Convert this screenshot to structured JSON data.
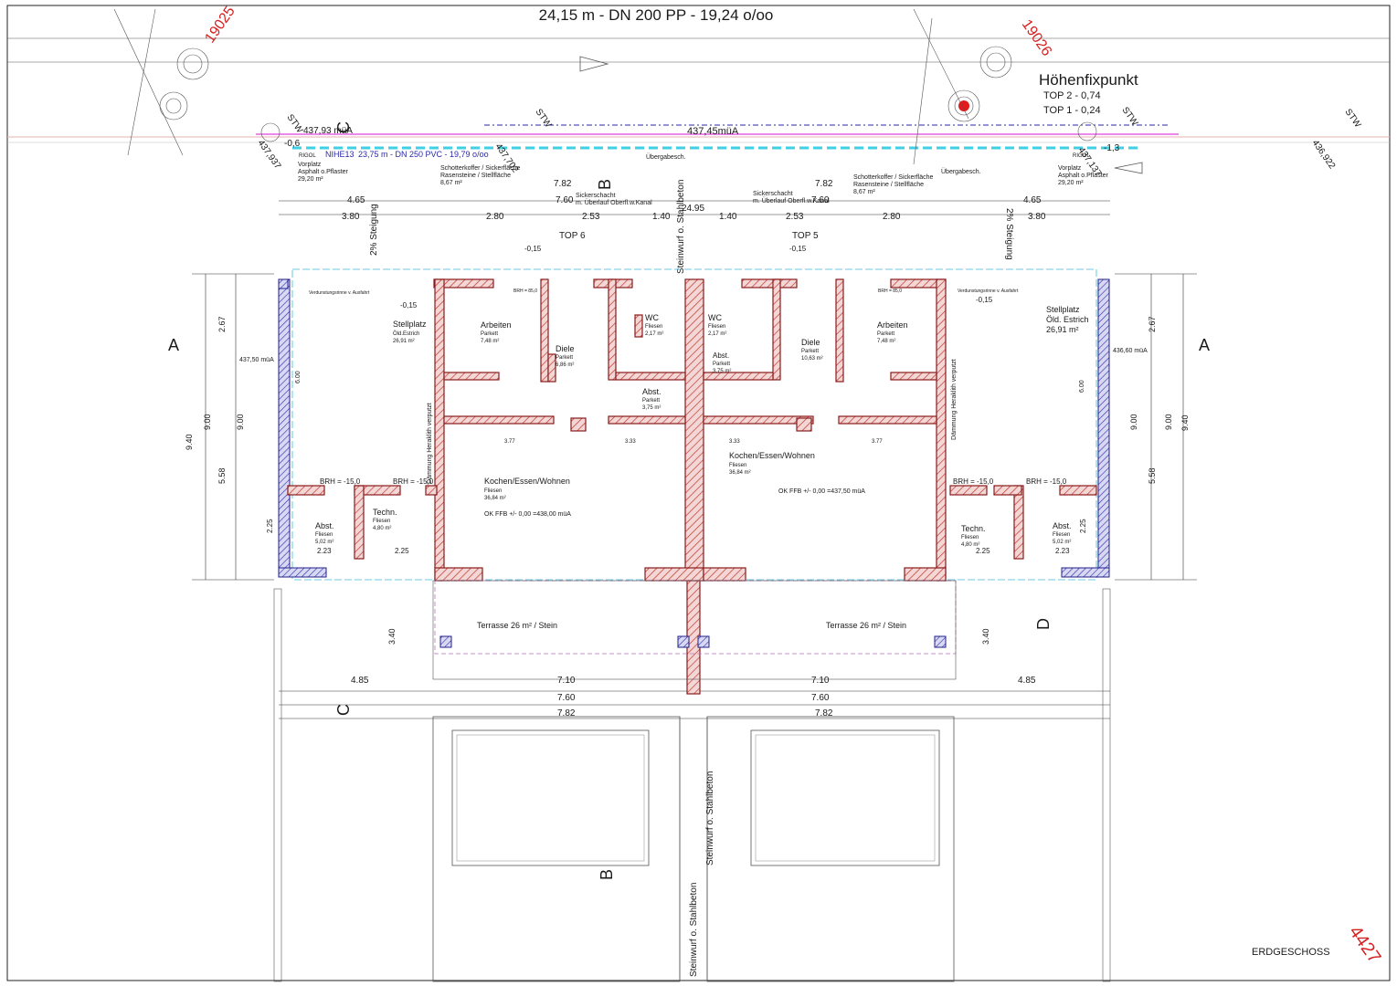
{
  "header": {
    "pipe_top": "24,15 m - DN 200 PP - 19,24 o/oo"
  },
  "markers": {
    "n19025": "19025",
    "n19026": "19026",
    "n4427": "4427"
  },
  "fixpoint": {
    "title": "Höhenfixpunkt",
    "top2": "TOP 2  - 0,74",
    "top1": "TOP 1  - 0,24"
  },
  "levels": {
    "l437_93": "437,93 müA",
    "l437_45": "437,45müA",
    "l437_50": "437,50 müA",
    "l436_60": "436,60 müA",
    "l437_702": "437,702",
    "l437_937": "437,937",
    "l436_922": "436,922",
    "l437_137": "437,137",
    "m015a": "-0,15",
    "m015b": "-0,15",
    "m015c": "-0,15",
    "m015d": "-0,15",
    "m06": "-0,6",
    "m13": "-1,3"
  },
  "labels": {
    "stw1": "STW",
    "stw2": "STW",
    "stw3": "STW",
    "stw4": "STW",
    "rigol_l": "RIGOL",
    "rigol_r": "RIGOL",
    "nihe": "NIHE13",
    "pipe_mid": "23,75 m - DN 250 PVC - 19,79 o/oo",
    "uebergabe_l": "Übergabesch.",
    "uebergabe_r": "Übergabesch.",
    "sicker_l": "Sickerschacht",
    "sicker_l2": "m. Überlauf Oberfl.w.Kanal",
    "sicker_r": "Sickerschacht",
    "sicker_r2": "m. Überlauf Oberfl.w.Kanal",
    "vorplatz_l": "Vorplatz",
    "vorplatz_l2": "Asphalt o.Pflaster",
    "vorplatz_l3": "29,20 m²",
    "vorplatz_r": "Vorplatz",
    "vorplatz_r2": "Asphalt o.Pflaster",
    "vorplatz_r3": "29,20 m²",
    "schotter_l": "Schotterkoffer / Sickerfläche",
    "schotter_l2": "Rasensteine / Stellfläche",
    "schotter_l3": "8,67 m²",
    "schotter_r": "Schotterkoffer / Sickerfläche",
    "schotter_r2": "Rasensteine / Stellfläche",
    "schotter_r3": "8,67 m²",
    "steigung_l": "2% Steigung",
    "steigung_r": "2% Steigung",
    "top6": "TOP 6",
    "top5": "TOP 5",
    "stein_top": "Steinwurf o. Stahlbeton",
    "stein_b1": "Steinwurf o. Stahlbeton",
    "stein_b2": "Steinwurf o. Stahlbeton",
    "daemm_l": "Dämmung Heraklith verputzt",
    "daemm_r": "Dämmung Heraklith verputzt",
    "verd_l": "Verdunstungsrinne v. Ausfahrt",
    "verd_r": "Verdunstungsrinne v. Ausfahrt",
    "ff_l": "OK FFB +/- 0,00 =438,00 müA",
    "ff_r": "OK FFB +/- 0,00 =437,50 müA",
    "brh_l1": "BRH = -15,0",
    "brh_l2": "BRH = -15,0",
    "brh_r1": "BRH = -15,0",
    "brh_r2": "BRH = -15,0",
    "brh85_l": "BRH = 85,0",
    "brh85_r": "BRH = 85,0",
    "sec_a_l": "A",
    "sec_a_r": "A",
    "sec_b_t": "B",
    "sec_b_b": "B",
    "sec_c_t": "C",
    "sec_c_b": "C",
    "sec_d": "D",
    "erdgeschoss": "ERDGESCHOSS"
  },
  "rooms": {
    "stell_l": "Stellplatz",
    "stell_l2": "Öld.Estrich",
    "stell_l3": "26,91 m²",
    "stell_r": "Stellplatz",
    "stell_r2": "Öld. Estrich",
    "stell_r3": "26,91 m²",
    "arb_l": "Arbeiten",
    "arb_l2": "Parkett",
    "arb_l3": "7,48 m²",
    "arb_r": "Arbeiten",
    "arb_r2": "Parkett",
    "arb_r3": "7,48 m²",
    "wc_l": "WC",
    "wc_l2": "Fliesen",
    "wc_l3": "2,17 m²",
    "wc_r": "WC",
    "wc_r2": "Fliesen",
    "wc_r3": "2,17 m²",
    "diele_l": "Diele",
    "diele_l2": "Parkett",
    "diele_l3": "6,86 m²",
    "diele_r": "Diele",
    "diele_r2": "Parkett",
    "diele_r3": "10,63 m²",
    "abst_l": "Abst.",
    "abst_l2": "Parkett",
    "abst_l3": "3,75 m²",
    "abst_r": "Abst.",
    "abst_r2": "Parkett",
    "abst_r3": "3,75 m²",
    "koch_l": "Kochen/Essen/Wohnen",
    "koch_l2": "Fliesen",
    "koch_l3": "36,84 m²",
    "koch_r": "Kochen/Essen/Wohnen",
    "koch_r2": "Fliesen",
    "koch_r3": "36,84 m²",
    "absf_l": "Abst.",
    "absf_l2": "Fliesen",
    "absf_l3": "5,02 m²",
    "absf_r": "Abst.",
    "absf_r2": "Fliesen",
    "absf_r3": "5,02 m²",
    "tech_l": "Techn.",
    "tech_l2": "Fliesen",
    "tech_l3": "4,80 m²",
    "tech_r": "Techn.",
    "tech_r2": "Fliesen",
    "tech_r3": "4,80 m²",
    "ter_l": "Terrasse 26 m² / Stein",
    "ter_r": "Terrasse 26 m² / Stein"
  },
  "dims": {
    "d465l": "4.65",
    "d465r": "4.65",
    "d380l": "3.80",
    "d380r": "3.80",
    "d280l": "2.80",
    "d280r": "2.80",
    "d253l": "2.53",
    "d253r": "2.53",
    "d140l": "1.40",
    "d140r": "1.40",
    "d782t": "7.82",
    "d782tr": "7.82",
    "d760t": "7.60",
    "d760tr": "7.60",
    "d2495": "24.95",
    "d485l": "4.85",
    "d485r": "4.85",
    "d710l": "7.10",
    "d710r": "7.10",
    "d760bl": "7.60",
    "d760br": "7.60",
    "d782bl": "7.82",
    "d782br": "7.82",
    "d940l": "9.40",
    "d900l": "9.00",
    "d900l2": "9.00",
    "d267l": "2.67",
    "d558l": "5.58",
    "d225l": "2.25",
    "d940r": "9.40",
    "d900r": "9.00",
    "d900r2": "9.00",
    "d267r": "2.67",
    "d558r": "5.58",
    "d225r": "2.25",
    "d340l": "3.40",
    "d340r": "3.40",
    "d600l": "6.00",
    "d600r": "6.00",
    "d377l": "3.77",
    "d333l": "3.33",
    "d333r": "3.33",
    "d377r": "3.77",
    "d223l": "2.23",
    "d225bl": "2.25",
    "d225br": "2.25",
    "d223r": "2.23"
  }
}
